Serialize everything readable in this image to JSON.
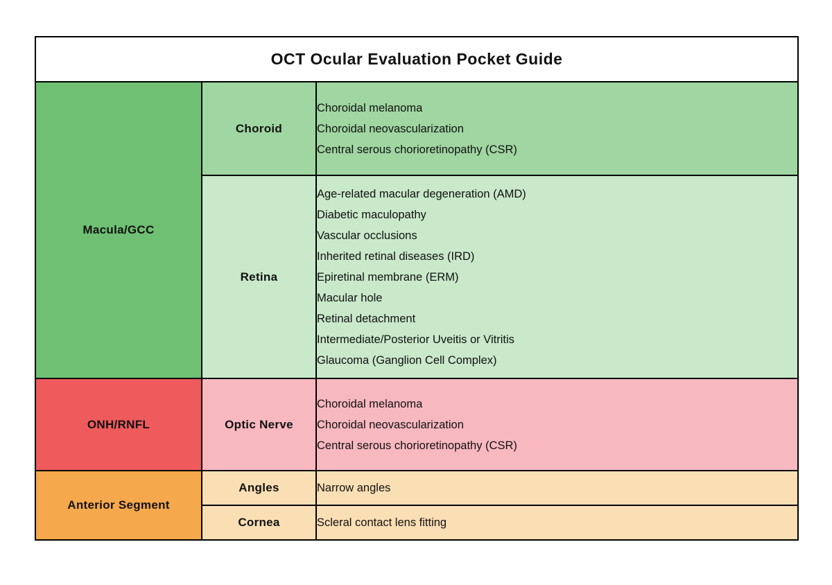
{
  "title": "OCT Ocular Evaluation Pocket Guide",
  "colors": {
    "macula_group": "#6fc073",
    "choroid_row": "#9fd6a1",
    "retina_row": "#c9e9ca",
    "onh_group": "#ef5a5c",
    "optic_nerve_row": "#f8b8c0",
    "anterior_group": "#f6a84d",
    "anterior_rows": "#fbdfb4",
    "border": "#000000",
    "text": "#111111"
  },
  "groups": [
    {
      "label": "Macula/GCC",
      "rows": [
        {
          "label": "Choroid",
          "items": [
            "Choroidal melanoma",
            "Choroidal neovascularization",
            "Central serous chorioretinopathy (CSR)"
          ]
        },
        {
          "label": "Retina",
          "items": [
            "Age-related macular degeneration (AMD)",
            "Diabetic maculopathy",
            "Vascular occlusions",
            "Inherited retinal diseases (IRD)",
            "Epiretinal membrane (ERM)",
            "Macular hole",
            "Retinal detachment",
            "Intermediate/Posterior Uveitis or Vitritis",
            "Glaucoma (Ganglion Cell Complex)"
          ]
        }
      ]
    },
    {
      "label": "ONH/RNFL",
      "rows": [
        {
          "label": "Optic Nerve",
          "items": [
            "Choroidal melanoma",
            "Choroidal neovascularization",
            "Central serous chorioretinopathy (CSR)"
          ]
        }
      ]
    },
    {
      "label": "Anterior Segment",
      "rows": [
        {
          "label": "Angles",
          "items": [
            "Narrow angles"
          ]
        },
        {
          "label": "Cornea",
          "items": [
            "Scleral contact lens fitting"
          ]
        }
      ]
    }
  ]
}
